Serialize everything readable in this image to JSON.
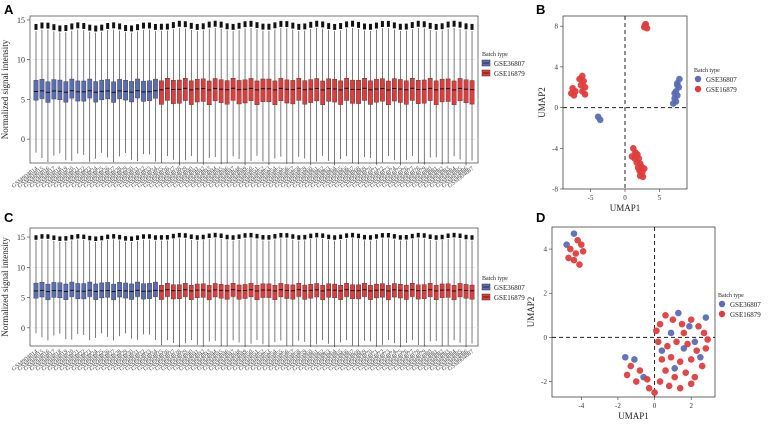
{
  "panels": {
    "A": {
      "label": "A"
    },
    "B": {
      "label": "B"
    },
    "C": {
      "label": "C"
    },
    "D": {
      "label": "D"
    }
  },
  "colors": {
    "GSE36807": "#5b6db5",
    "GSE16879": "#e03c3c",
    "grid": "#e6e6e6",
    "panel_bg": "#ebebeb"
  },
  "chart_data": [
    {
      "id": "A",
      "type": "box",
      "ylabel": "Normalized signal intensity",
      "ylim": [
        -3,
        15.5
      ],
      "yticks": [
        0,
        5,
        10,
        15
      ],
      "legend": {
        "title": "Batch type",
        "entries": [
          "GSE36807",
          "GSE16879"
        ],
        "position": "right"
      },
      "samples_shown": [
        "GSM904814",
        "GSM904815",
        "GSM904816",
        "GSM904817",
        "GSM904818",
        "GSM904819",
        "GSM904820",
        "GSM904821",
        "GSM904822",
        "GSM904823",
        "GSM904824",
        "GSM904825",
        "GSM904826",
        "GSM904827",
        "GSM904828",
        "GSM904829",
        "GSM904830",
        "GSM904831",
        "GSM904832",
        "GSM904833",
        "GSM904834",
        "GSM904835",
        "GSM904836",
        "GSM904837",
        "GSM904838",
        "GSM904839",
        "GSM904840",
        "GSM904841",
        "GSM904842",
        "GSM904843",
        "GSM904844",
        "GSM904845",
        "GSM904846",
        "GSM904847",
        "GSM904848",
        "GSM904849",
        "GSM904850",
        "GSM904851",
        "GSM904852",
        "GSM904853",
        "GSM904854",
        "GSM904855",
        "GSM904856",
        "GSM904857",
        "GSM904858",
        "GSM904859",
        "GSM904860",
        "GSM904861",
        "GSM904862",
        "GSM904863",
        "GSM904864",
        "GSM904865",
        "GSM904866",
        "GSM904867",
        "GSM904868",
        "GSM904869",
        "GSM904870",
        "GSM904871",
        "GSM904872",
        "GSM904873",
        "GSM904874",
        "GSM904875",
        "GSM904876",
        "GSM904877",
        "GSM904878",
        "GSM904879",
        "GSM904880",
        "GSM904881",
        "GSM904882",
        "GSM904883",
        "GSM904884",
        "GSM904885",
        "GSM904886",
        "GSM904887"
      ],
      "batches": [
        {
          "name": "GSE36807",
          "count": 21,
          "q1": 4.9,
          "median": 6.0,
          "q3": 7.4,
          "whisker_low": -2.3,
          "whisker_high": 13.6
        },
        {
          "name": "GSE16879",
          "count": 53,
          "q1": 4.6,
          "median": 6.3,
          "q3": 7.5,
          "whisker_low": -2.7,
          "whisker_high": 13.8
        }
      ]
    },
    {
      "id": "B",
      "type": "scatter",
      "xlabel": "UMAP1",
      "ylabel": "UMAP2",
      "xlim": [
        -9,
        9
      ],
      "ylim": [
        -8,
        9
      ],
      "xticks": [
        -5,
        0,
        5
      ],
      "yticks": [
        -8,
        -4,
        0,
        4,
        8
      ],
      "legend": {
        "title": "Batch type",
        "entries": [
          "GSE36807",
          "GSE16879"
        ],
        "position": "right"
      },
      "series": [
        {
          "name": "GSE36807",
          "points": [
            [
              7.9,
              2.8
            ],
            [
              7.6,
              2.4
            ],
            [
              7.8,
              2.0
            ],
            [
              7.4,
              1.6
            ],
            [
              7.6,
              1.2
            ],
            [
              7.2,
              0.9
            ],
            [
              7.4,
              0.6
            ],
            [
              7.0,
              0.4
            ],
            [
              7.6,
              2.2
            ],
            [
              7.2,
              1.4
            ],
            [
              -3.9,
              -0.9
            ],
            [
              -3.6,
              -1.2
            ]
          ]
        },
        {
          "name": "GSE16879",
          "points": [
            [
              3.0,
              8.2
            ],
            [
              2.8,
              7.9
            ],
            [
              3.2,
              7.8
            ],
            [
              2.9,
              8.1
            ],
            [
              -6.2,
              3.1
            ],
            [
              -6.6,
              2.8
            ],
            [
              -6.0,
              2.6
            ],
            [
              -6.4,
              2.2
            ],
            [
              -5.8,
              2.0
            ],
            [
              -6.2,
              1.6
            ],
            [
              -5.8,
              1.3
            ],
            [
              -7.6,
              1.9
            ],
            [
              -7.2,
              1.6
            ],
            [
              -7.8,
              1.4
            ],
            [
              -7.4,
              1.2
            ],
            [
              1.2,
              -4.0
            ],
            [
              1.5,
              -4.4
            ],
            [
              1.8,
              -4.6
            ],
            [
              1.4,
              -5.0
            ],
            [
              2.0,
              -5.0
            ],
            [
              1.7,
              -5.4
            ],
            [
              2.2,
              -5.5
            ],
            [
              1.9,
              -5.9
            ],
            [
              2.4,
              -5.8
            ],
            [
              2.1,
              -6.2
            ],
            [
              2.5,
              -6.4
            ],
            [
              2.2,
              -6.7
            ],
            [
              2.6,
              -6.8
            ],
            [
              1.0,
              -4.8
            ],
            [
              2.8,
              -6.0
            ]
          ]
        }
      ]
    },
    {
      "id": "C",
      "type": "box",
      "ylabel": "Normalized signal intensity",
      "ylim": [
        -3,
        16.5
      ],
      "yticks": [
        0,
        5,
        10,
        15
      ],
      "legend": {
        "title": "Batch type",
        "entries": [
          "GSE36807",
          "GSE16879"
        ],
        "position": "right"
      },
      "samples_shown": [
        "GSM904814",
        "GSM904815",
        "GSM904816",
        "GSM904817",
        "GSM904818",
        "GSM904819",
        "GSM904820",
        "GSM904821",
        "GSM904822",
        "GSM904823",
        "GSM904824",
        "GSM904825",
        "GSM904826",
        "GSM904827",
        "GSM904828",
        "GSM904829",
        "GSM904830",
        "GSM904831",
        "GSM904832",
        "GSM904833",
        "GSM904834",
        "GSM904835",
        "GSM904836",
        "GSM904837",
        "GSM904838",
        "GSM904839",
        "GSM904840",
        "GSM904841",
        "GSM904842",
        "GSM904843",
        "GSM904844",
        "GSM904845",
        "GSM904846",
        "GSM904847",
        "GSM904848",
        "GSM904849",
        "GSM904850",
        "GSM904851",
        "GSM904852",
        "GSM904853",
        "GSM904854",
        "GSM904855",
        "GSM904856",
        "GSM904857",
        "GSM904858",
        "GSM904859",
        "GSM904860",
        "GSM904861",
        "GSM904862",
        "GSM904863",
        "GSM904864",
        "GSM904865",
        "GSM904866",
        "GSM904867",
        "GSM904868",
        "GSM904869",
        "GSM904870",
        "GSM904871",
        "GSM904872",
        "GSM904873",
        "GSM904874",
        "GSM904875",
        "GSM904876",
        "GSM904877",
        "GSM904878",
        "GSM904879",
        "GSM904880",
        "GSM904881",
        "GSM904882",
        "GSM904883",
        "GSM904884",
        "GSM904885",
        "GSM904886",
        "GSM904887"
      ],
      "batches": [
        {
          "name": "GSE36807",
          "count": 21,
          "q1": 4.9,
          "median": 6.1,
          "q3": 7.4,
          "whisker_low": -1.5,
          "whisker_high": 14.4
        },
        {
          "name": "GSE16879",
          "count": 53,
          "q1": 4.9,
          "median": 6.2,
          "q3": 7.2,
          "whisker_low": -2.6,
          "whisker_high": 14.6
        }
      ]
    },
    {
      "id": "D",
      "type": "scatter",
      "xlabel": "UMAP1",
      "ylabel": "UMAP2",
      "xlim": [
        -5.6,
        3.3
      ],
      "ylim": [
        -2.7,
        5.0
      ],
      "xticks": [
        -4,
        -2,
        0,
        2
      ],
      "yticks": [
        -2,
        0,
        2,
        4
      ],
      "legend": {
        "title": "Batch type",
        "entries": [
          "GSE36807",
          "GSE16879"
        ],
        "position": "right"
      },
      "series": [
        {
          "name": "GSE36807",
          "points": [
            [
              -4.4,
              4.7
            ],
            [
              -4.8,
              4.2
            ],
            [
              1.3,
              1.1
            ],
            [
              0.9,
              0.2
            ],
            [
              1.6,
              -0.5
            ],
            [
              2.2,
              -0.2
            ],
            [
              2.5,
              -0.9
            ],
            [
              1.1,
              -1.4
            ],
            [
              -1.6,
              -0.9
            ],
            [
              -1.1,
              -1.0
            ],
            [
              0.4,
              -0.6
            ],
            [
              1.9,
              0.5
            ],
            [
              -0.6,
              -1.8
            ],
            [
              2.8,
              0.9
            ]
          ]
        },
        {
          "name": "GSE16879",
          "points": [
            [
              -4.2,
              4.4
            ],
            [
              -4.6,
              4.0
            ],
            [
              -4.3,
              3.8
            ],
            [
              -4.0,
              4.2
            ],
            [
              -4.7,
              3.6
            ],
            [
              -4.4,
              3.5
            ],
            [
              -3.9,
              3.9
            ],
            [
              -4.1,
              3.3
            ],
            [
              0.3,
              0.6
            ],
            [
              0.6,
              1.0
            ],
            [
              1.0,
              0.8
            ],
            [
              1.5,
              0.6
            ],
            [
              2.0,
              0.8
            ],
            [
              2.4,
              0.5
            ],
            [
              2.7,
              0.2
            ],
            [
              0.2,
              -0.2
            ],
            [
              0.7,
              -0.4
            ],
            [
              1.2,
              -0.2
            ],
            [
              1.8,
              -0.3
            ],
            [
              2.3,
              -0.6
            ],
            [
              2.8,
              -0.5
            ],
            [
              0.4,
              -1.0
            ],
            [
              0.9,
              -0.9
            ],
            [
              1.4,
              -1.1
            ],
            [
              2.0,
              -1.0
            ],
            [
              2.6,
              -1.3
            ],
            [
              0.6,
              -1.5
            ],
            [
              1.1,
              -1.8
            ],
            [
              1.7,
              -1.6
            ],
            [
              2.2,
              -1.8
            ],
            [
              0.3,
              -2.0
            ],
            [
              0.8,
              -2.2
            ],
            [
              1.4,
              -2.3
            ],
            [
              2.0,
              -2.1
            ],
            [
              -0.3,
              -2.3
            ],
            [
              0.0,
              -2.5
            ],
            [
              -1.3,
              -1.3
            ],
            [
              -1.5,
              -1.7
            ],
            [
              -0.8,
              -1.5
            ],
            [
              -0.4,
              -1.9
            ],
            [
              -1.0,
              -2.0
            ],
            [
              2.9,
              -0.1
            ],
            [
              1.6,
              0.2
            ],
            [
              0.1,
              0.3
            ]
          ]
        }
      ]
    }
  ]
}
